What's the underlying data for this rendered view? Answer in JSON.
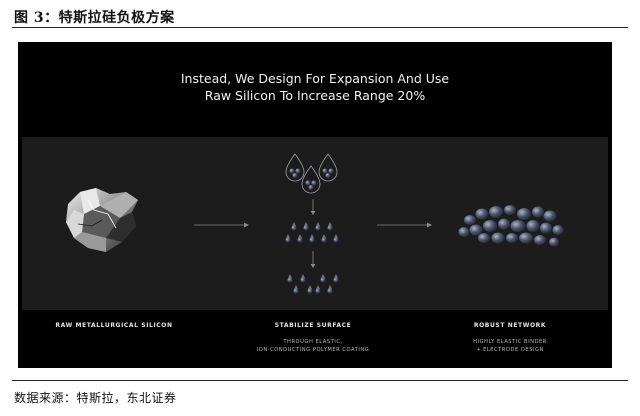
{
  "figure": {
    "title": "图 3：特斯拉硅负极方案",
    "source": "数据来源：特斯拉，东北证券"
  },
  "slide": {
    "headline_line1": "Instead, We Design For Expansion And Use",
    "headline_line2": "Raw Silicon To Increase Range 20%",
    "steps": [
      {
        "label": "RAW METALLURGICAL SILICON",
        "sub_line1": "",
        "sub_line2": ""
      },
      {
        "label": "STABILIZE SURFACE",
        "sub_line1": "THROUGH ELASTIC,",
        "sub_line2": "ION-CONDUCTING POLYMER COATING"
      },
      {
        "label": "ROBUST NETWORK",
        "sub_line1": "HIGHLY ELASTIC BINDER",
        "sub_line2": "+ ELECTRODE DESIGN"
      }
    ],
    "colors": {
      "background": "#000000",
      "band": "#1c1c1c",
      "arrow": "#8a8a8a",
      "particle": "#4a5268"
    },
    "icons": [
      "silicon-chunk-icon",
      "arrow-right-icon",
      "coated-particles-icon",
      "arrow-down-icon",
      "particle-network-icon"
    ]
  }
}
